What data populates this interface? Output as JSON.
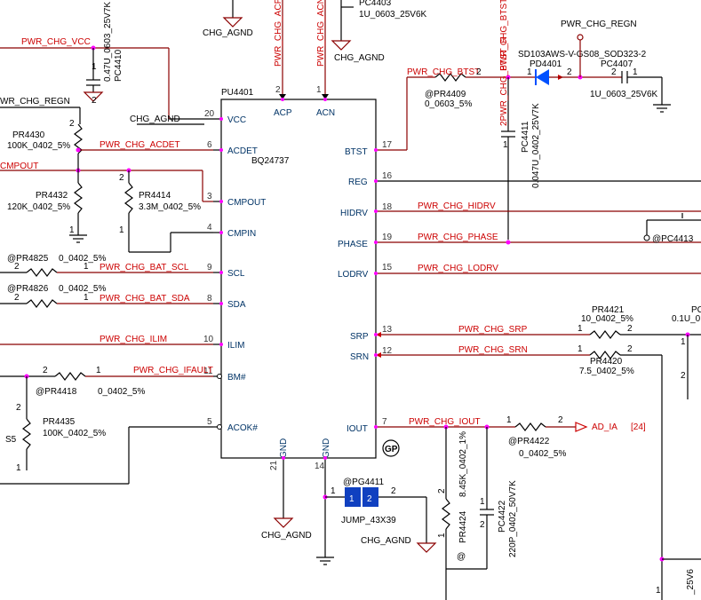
{
  "ic": {
    "ref": "PU4401",
    "part": "BQ24737",
    "pins_left": [
      {
        "num": "20",
        "name": "VCC"
      },
      {
        "num": "6",
        "name": "ACDET"
      },
      {
        "num": "3",
        "name": "CMPOUT"
      },
      {
        "num": "4",
        "name": "CMPIN"
      },
      {
        "num": "9",
        "name": "SCL"
      },
      {
        "num": "8",
        "name": "SDA"
      },
      {
        "num": "10",
        "name": "ILIM"
      },
      {
        "num": "11",
        "name": "BM#"
      },
      {
        "num": "5",
        "name": "ACOK#"
      }
    ],
    "pins_right": [
      {
        "num": "17",
        "name": "BTST"
      },
      {
        "num": "16",
        "name": "REG"
      },
      {
        "num": "18",
        "name": "HIDRV"
      },
      {
        "num": "19",
        "name": "PHASE"
      },
      {
        "num": "15",
        "name": "LODRV"
      },
      {
        "num": "13",
        "name": "SRP"
      },
      {
        "num": "12",
        "name": "SRN"
      },
      {
        "num": "7",
        "name": "IOUT"
      }
    ],
    "pins_top": [
      {
        "num": "2",
        "name": "ACP"
      },
      {
        "num": "1",
        "name": "ACN"
      }
    ],
    "pins_bottom": [
      {
        "num": "21",
        "name": "GND"
      },
      {
        "num": "14",
        "name": "GND"
      }
    ],
    "gp_mark": "GP"
  },
  "nets": {
    "vcc": "PWR_CHG_VCC",
    "regn": "PWR_CHG_REGN",
    "regn_left": "WR_CHG_REGN",
    "acdet": "PWR_CHG_ACDET",
    "cmpout": "CMPOUT",
    "bat_scl": "PWR_CHG_BAT_SCL",
    "bat_sda": "PWR_CHG_BAT_SDA",
    "ilim": "PWR_CHG_ILIM",
    "ifault": "PWR_CHG_IFAULT",
    "btst": "PWR_CHG_BTST",
    "btst_r": "PWR_CHG_BTST_R",
    "btst_r2": "2PWR_CHG_BTST_R",
    "hidrv": "PWR_CHG_HIDRV",
    "phase": "PWR_CHG_PHASE",
    "lodrv": "PWR_CHG_LODRV",
    "srp": "PWR_CHG_SRP",
    "srn": "PWR_CHG_SRN",
    "iout": "PWR_CHG_IOUT",
    "acp": "PWR_CHG_ACP",
    "acn": "PWR_CHG_ACN",
    "ad_ia": "AD_IA",
    "ad_ia_ref": "[24]",
    "agnd": "CHG_AGND"
  },
  "components": {
    "pc4403": {
      "ref": "PC4403",
      "value": "1U_0603_25V6K"
    },
    "pc4410": {
      "ref": "PC4410",
      "value": "0.47U_0603_25V7K"
    },
    "pr4430": {
      "ref": "PR4430",
      "value": "100K_0402_5%"
    },
    "pr4432": {
      "ref": "PR4432",
      "value": "120K_0402_5%"
    },
    "pr4414": {
      "ref": "PR4414",
      "value": "3.3M_0402_5%"
    },
    "pr4825": {
      "ref": "@PR4825",
      "value": "0_0402_5%"
    },
    "pr4826": {
      "ref": "@PR4826",
      "value": "0_0402_5%"
    },
    "pr4418": {
      "ref": "@PR4418",
      "value": "0_0402_5%"
    },
    "pr4435": {
      "ref": "PR4435",
      "value": "100K_0402_5%"
    },
    "s5": "S5",
    "pr4409": {
      "ref": "@PR4409",
      "value": "0_0603_5%"
    },
    "pd4401": {
      "ref": "PD4401",
      "value": "SD103AWS-V-GS08_SOD323-2"
    },
    "pc4407": {
      "ref": "PC4407",
      "value": "1U_0603_25V6K"
    },
    "pc4411": {
      "ref": "PC4411",
      "value": "0.047U_0402_25V7K"
    },
    "pc4413": {
      "ref": "@PC4413"
    },
    "pr4421": {
      "ref": "PR4421",
      "value": "10_0402_5%"
    },
    "pr4420": {
      "ref": "PR4420",
      "value": "7.5_0402_5%"
    },
    "pr4422": {
      "ref": "@PR4422",
      "value": "0_0402_5%"
    },
    "pr4424": {
      "ref": "PR4424",
      "value": "8.45K_0402_1%"
    },
    "pc4422": {
      "ref": "PC4422",
      "value": "220P_0402_50V7K"
    },
    "pg4411": {
      "ref": "@PG4411",
      "value": "JUMP_43X39"
    },
    "edge_pc": "PC",
    "edge_cap": "0.1U_0",
    "edge_v6": "_25V6",
    "at_mark": "@"
  }
}
